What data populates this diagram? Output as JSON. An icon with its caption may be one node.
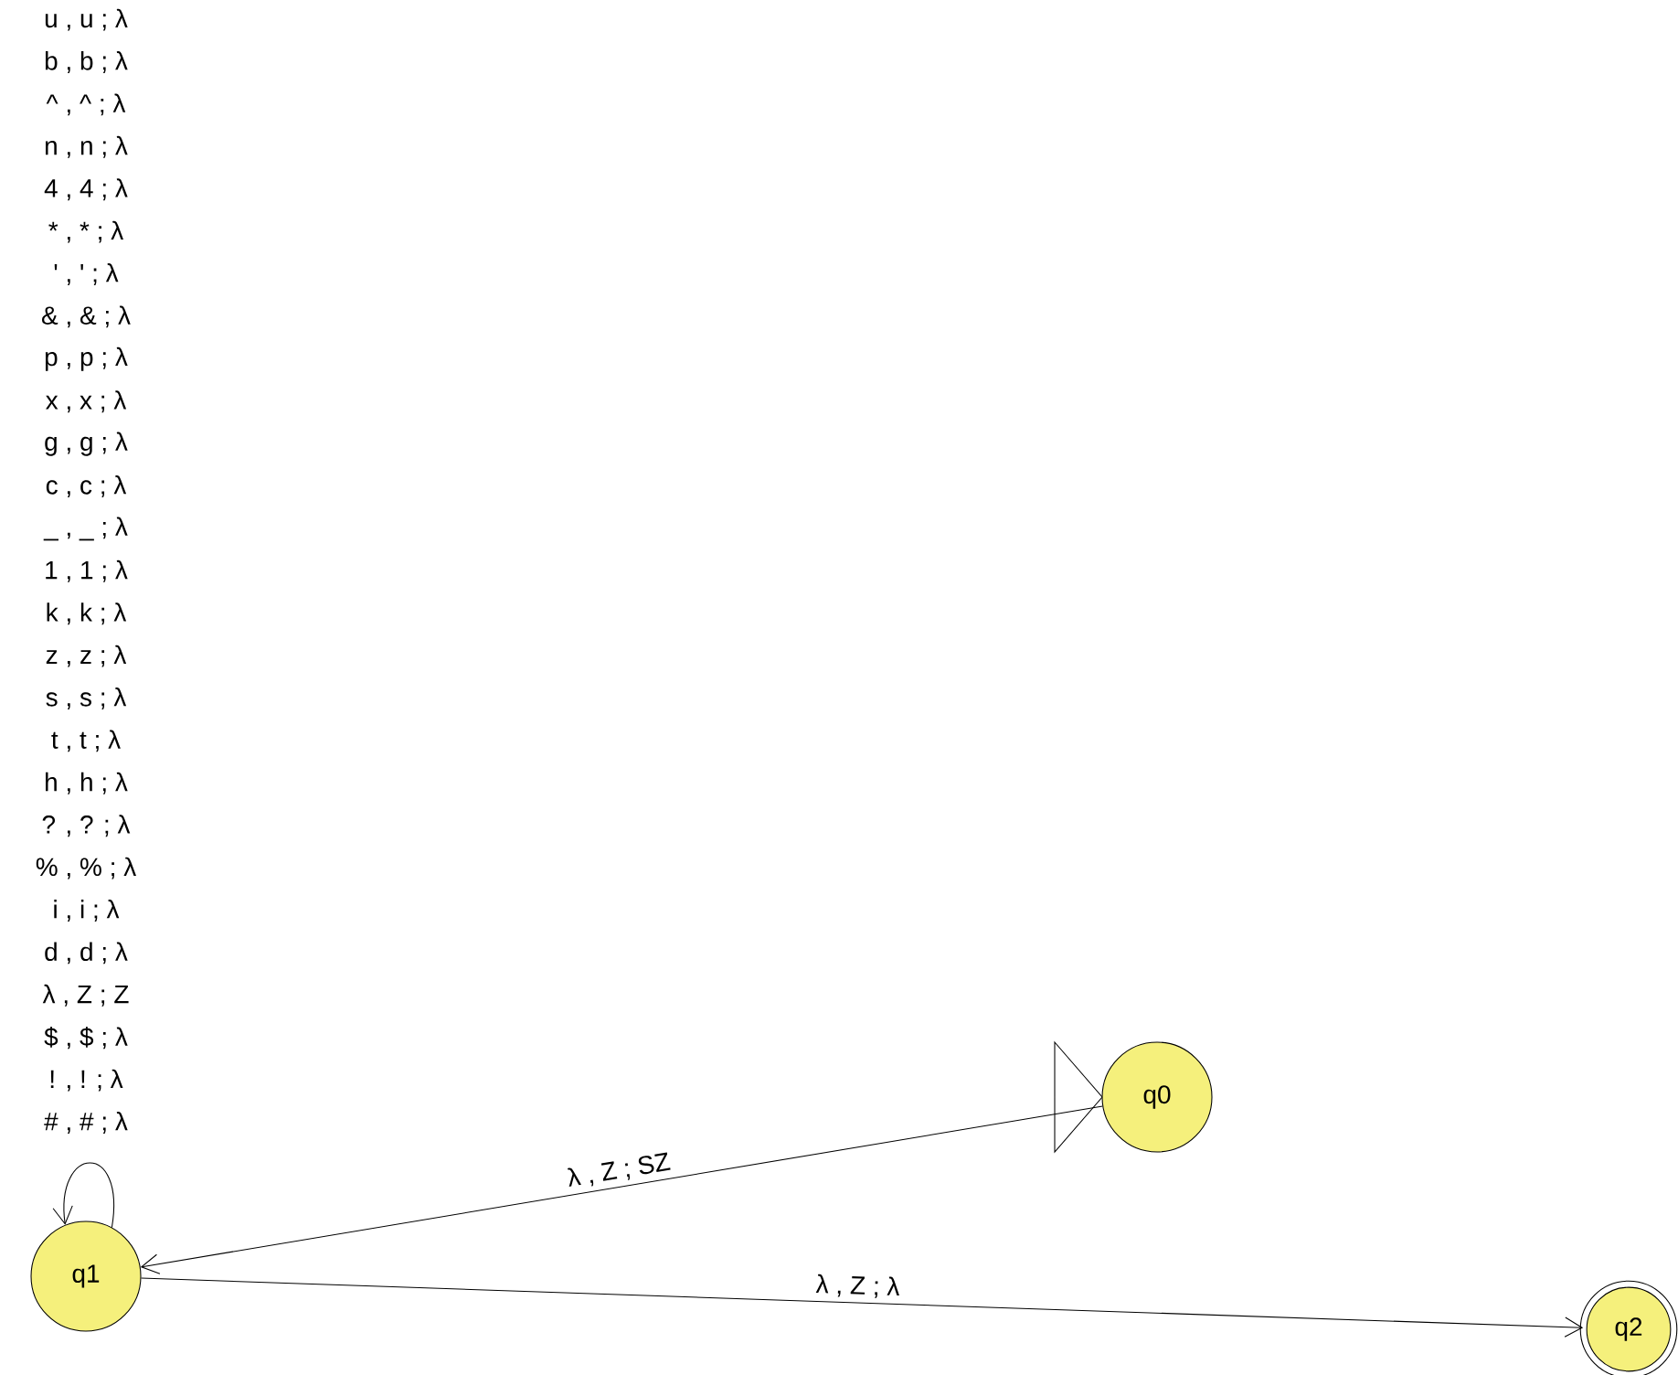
{
  "diagram": {
    "nodes": [
      {
        "text": [
          "q0"
        ]
      },
      {
        "text": [
          "q1"
        ]
      },
      {
        "text": [
          "q2"
        ]
      }
    ],
    "edges": [
      {
        "from": 0,
        "to": 1,
        "arrow": "to",
        "label": "λ , Z ; SZ"
      },
      {
        "from": 1,
        "to": 2,
        "arrow": "to",
        "label": "λ , Z ; λ"
      },
      {
        "from": 1,
        "to": 1,
        "arrow": "to",
        "label": "# , # ; λ"
      }
    ],
    "labels": [
      "u , u ; λ",
      "b , b ; λ",
      "^ , ^ ; λ",
      "n , n ; λ",
      "4 , 4 ; λ",
      "* , * ; λ",
      "' , ' ; λ",
      "& , & ; λ",
      "p , p ; λ",
      "x , x ; λ",
      "g , g ; λ",
      "c , c ; λ",
      "_ , _ ; λ",
      "1 , 1 ; λ",
      "k , k ; λ",
      "z , z ; λ",
      "s , s ; λ",
      "t , t ; λ",
      "h , h ; λ",
      "? , ? ; λ",
      "% , % ; λ",
      "i , i ; λ",
      "d , d ; λ",
      "λ , Z ; Z",
      "$ , $ ; λ",
      "! , ! ; λ"
    ]
  }
}
